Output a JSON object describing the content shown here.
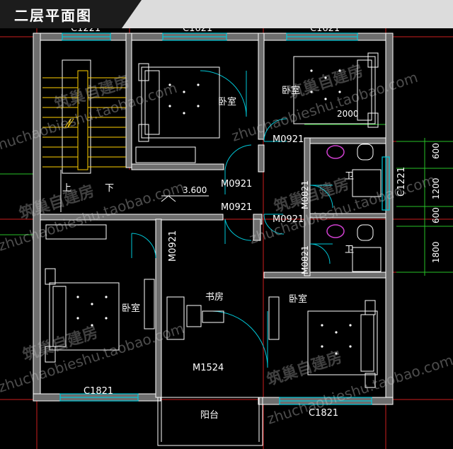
{
  "title": "二层平面图",
  "rooms": {
    "bedroom_label": "卧室",
    "bathroom_label": "卫",
    "study_label": "书房",
    "balcony_label": "阳台",
    "stair_up": "上",
    "stair_down": "下"
  },
  "doors": {
    "d1": "M0921",
    "d2": "M0921",
    "d3": "M0921",
    "d4": "M0921",
    "d5": "M0921",
    "d6": "M0821",
    "d7": "M0821",
    "study_door": "M1524"
  },
  "windows": {
    "top1": "C1221",
    "top2": "C1621",
    "top3": "C1621",
    "right": "C1221",
    "bottom_left": "C1821",
    "bottom_right": "C1821"
  },
  "elevation": "3.600",
  "dims": {
    "d2000": "2000",
    "d600a": "600",
    "d1200": "1200",
    "d600b": "600",
    "d1800": "1800"
  },
  "watermarks": {
    "url": "zhuchaobieshu.taobao.com",
    "brand": "筑巢自建房"
  },
  "colors": {
    "wall": "#ffffff",
    "wall_fill": "#6e6e6e",
    "axis": "#cc1e1e",
    "dim": "#27c227",
    "fixture": "#00c8d8",
    "furniture": "#ffffff",
    "sink": "#d040d0"
  }
}
